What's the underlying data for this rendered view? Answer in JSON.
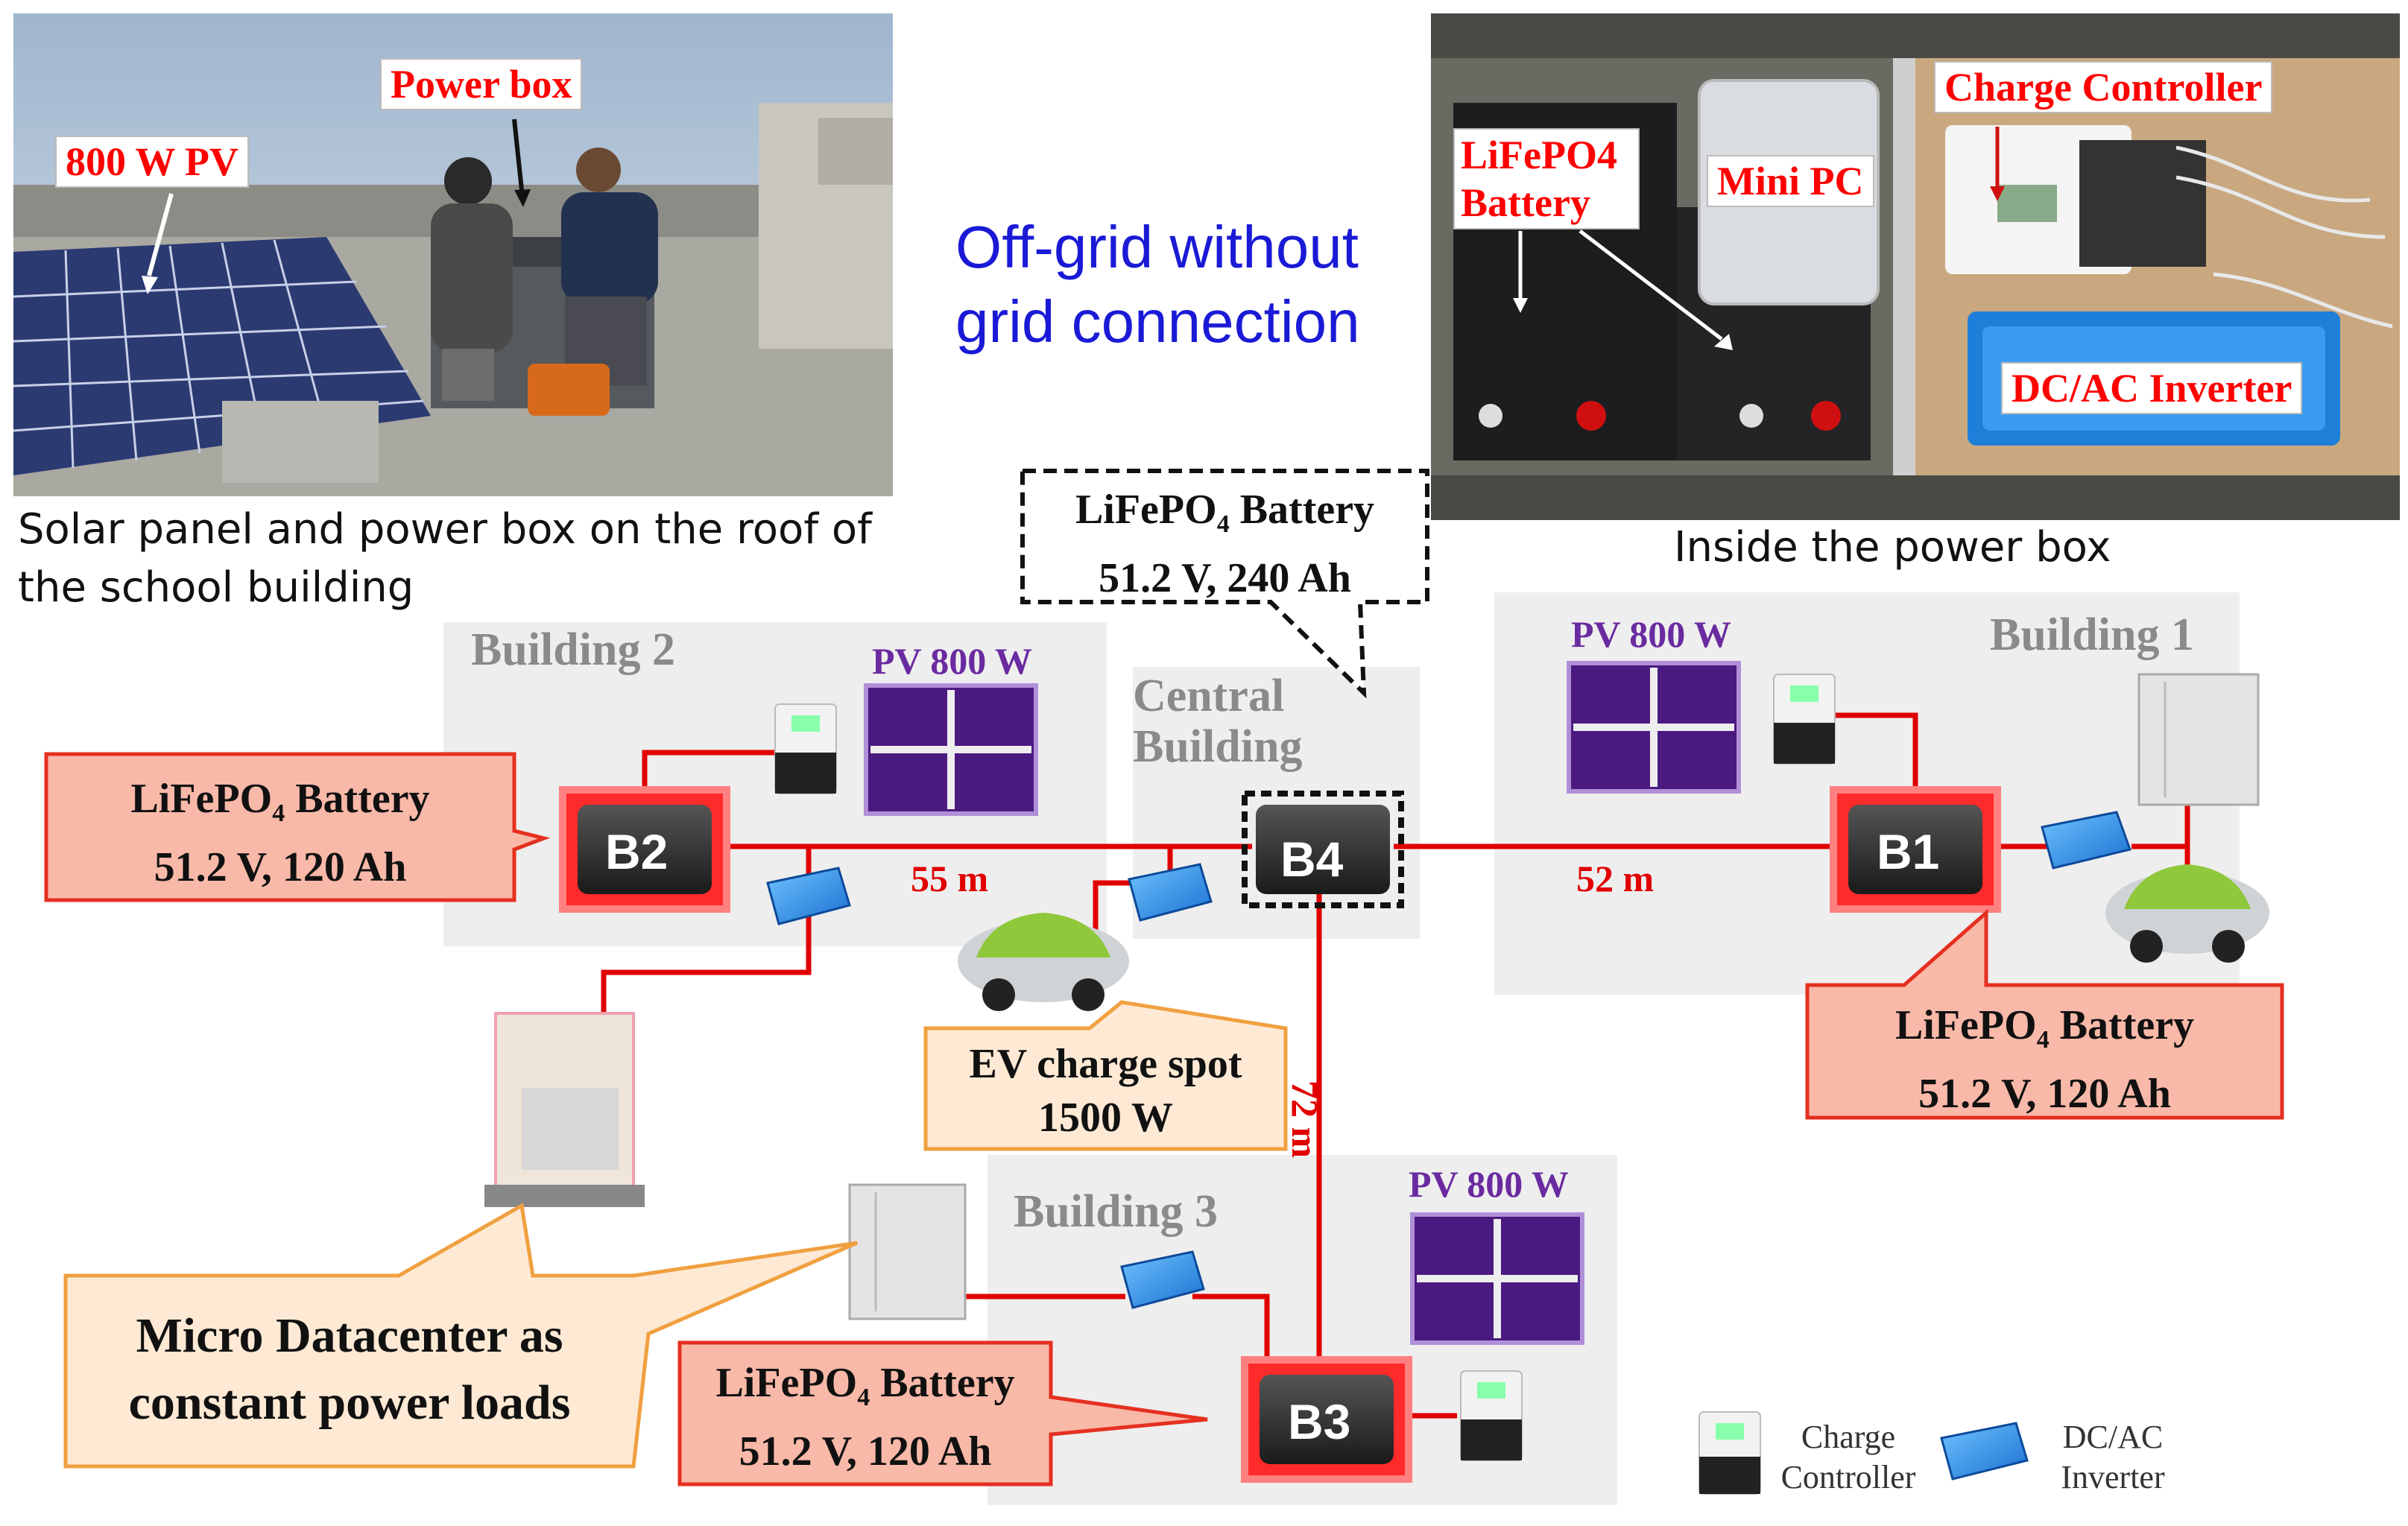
{
  "photos": {
    "roof": {
      "labels": {
        "pv": "800 W PV",
        "power_box": "Power box"
      },
      "caption": "Solar panel and power box on the roof of the school building"
    },
    "box": {
      "labels": {
        "battery": "LiFePO4 Battery",
        "mini_pc": "Mini PC",
        "charge_controller": "Charge Controller",
        "inverter": "DC/AC Inverter"
      },
      "caption": "Inside the power box"
    }
  },
  "headline": "Off-grid without grid connection",
  "buildings": {
    "b1": {
      "name": "Building 1"
    },
    "b2": {
      "name": "Building 2"
    },
    "b3": {
      "name": "Building 3"
    },
    "central": {
      "name": "Central Building"
    }
  },
  "nodes": {
    "b1": "B1",
    "b2": "B2",
    "b3": "B3",
    "b4": "B4"
  },
  "pv_label": "PV 800 W",
  "battery_callouts": {
    "central": {
      "line1": "LiFePO",
      "sub": "4",
      "line1b": " Battery",
      "line2": "51.2 V, 240 Ah"
    },
    "b1": {
      "line1": "LiFePO",
      "sub": "4",
      "line1b": " Battery",
      "line2": "51.2 V, 120 Ah"
    },
    "b2": {
      "line1": "LiFePO",
      "sub": "4",
      "line1b": " Battery",
      "line2": "51.2 V, 120 Ah"
    },
    "b3": {
      "line1": "LiFePO",
      "sub": "4",
      "line1b": " Battery",
      "line2": "51.2 V, 120 Ah"
    }
  },
  "distances": {
    "b2_b4": "55 m",
    "b4_b1": "52 m",
    "b4_b3": "72 m"
  },
  "ev_callout": {
    "line1": "EV charge spot",
    "line2": "1500 W"
  },
  "datacenter_callout": {
    "line1": "Micro Datacenter as",
    "line2": "constant power loads"
  },
  "legend": {
    "charge_controller": "Charge Controller",
    "inverter": "DC/AC Inverter"
  },
  "colors": {
    "line": "#e00000",
    "callout_red_bg": "#f9b9a8",
    "callout_orange_bg": "#fde9d4",
    "callout_orange_border": "#f0a040",
    "headline": "#1a1ad6",
    "pv_panel": "#4b1a80"
  }
}
